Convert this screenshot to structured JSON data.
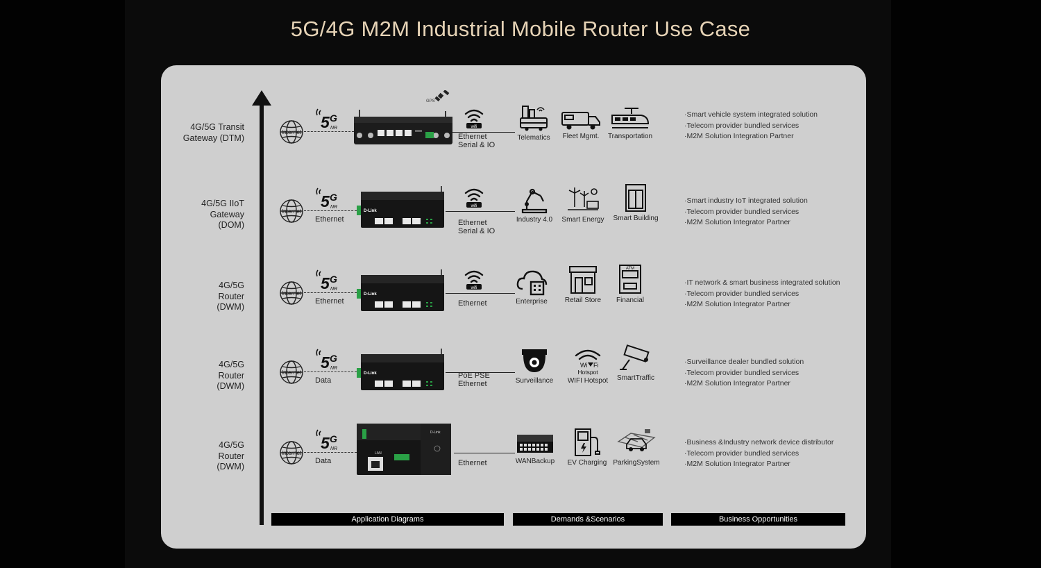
{
  "title": "5G/4G M2M Industrial Mobile Router Use Case",
  "internet_label": "Internet",
  "gps_label": "GPS",
  "wifi_label": "wifi",
  "brand": "D-Link",
  "port_label": "LAN",
  "rows": [
    {
      "label": "4G/5G Transit\nGateway (DTM)",
      "connection": "",
      "interface": "Ethernet\nSerial & IO",
      "scenarios": [
        "Telematics",
        "Fleet Mgmt.",
        "Transportation"
      ],
      "opportunities": [
        "·Smart vehicle system integrated solution",
        "·Telecom provider bundled services",
        "·M2M Solution Integration Partner"
      ]
    },
    {
      "label": "4G/5G IIoT\nGateway\n(DOM)",
      "connection": "Ethernet",
      "interface": "Ethernet\nSerial & IO",
      "scenarios": [
        "Industry 4.0",
        "Smart Energy",
        "Smart Building"
      ],
      "opportunities": [
        "·Smart industry IoT integrated solution",
        "·Telecom provider bundled services",
        "·M2M Solution Integrator Partner"
      ]
    },
    {
      "label": "4G/5G\nRouter\n(DWM)",
      "connection": "Ethernet",
      "interface": "Ethernet",
      "scenarios": [
        "Enterprise",
        "Retail Store",
        "Financial"
      ],
      "opportunities": [
        "·IT network & smart business integrated solution",
        "·Telecom provider bundled services",
        "·M2M Solution Integrator Partner"
      ]
    },
    {
      "label": "4G/5G\nRouter\n(DWM)",
      "connection": "Data",
      "interface": "PoE PSE\nEthernet",
      "scenarios": [
        "Surveillance",
        "WIFI Hotspot",
        "SmartTraffic"
      ],
      "opportunities": [
        "·Surveillance dealer bundled solution",
        "·Telecom provider bundled services",
        "·M2M Solution Integrator Partner"
      ]
    },
    {
      "label": "4G/5G\nRouter\n(DWM)",
      "connection": "Data",
      "interface": "Ethernet",
      "scenarios": [
        "WANBackup",
        "EV Charging",
        "ParkingSystem"
      ],
      "opportunities": [
        "·Business &Industry network device distributor",
        "·Telecom provider bundled services",
        "·M2M Solution Integrator Partner"
      ]
    }
  ],
  "hotspot_text": [
    "Wi",
    "Fi",
    "Hotspot"
  ],
  "atm_text": "ATM",
  "footers": [
    "Application Diagrams",
    "Demands &Scenarios",
    "Business Opportunities"
  ]
}
